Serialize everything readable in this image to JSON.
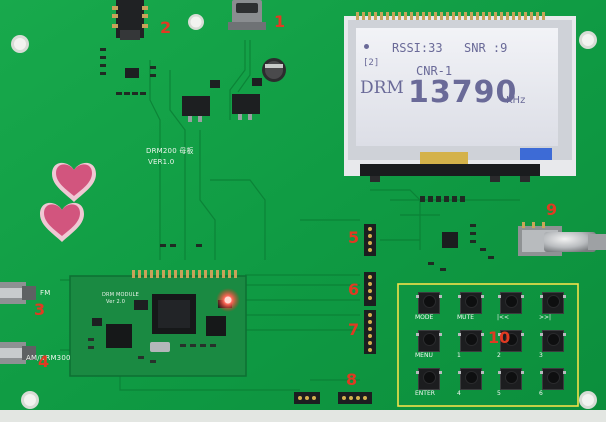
{
  "lcd": {
    "rssi": "RSSI:33",
    "snr": "SNR :9",
    "slot": "[2]",
    "mode": "DRM",
    "channel": "CNR-1",
    "frequency": "13790",
    "unit": "KHz"
  },
  "silkscreen": {
    "board_name": "DRM200 母板",
    "board_version": "VER1.0",
    "module_name": "DRM MODULE",
    "module_version": "Ver 2.0",
    "fm_label": "FM",
    "am_label": "AM/DRM300"
  },
  "callouts": [
    "1",
    "2",
    "3",
    "4",
    "5",
    "6",
    "7",
    "8",
    "9",
    "10"
  ],
  "keypad": {
    "labels": [
      "MODE",
      "MUTE",
      "|<<",
      ">>|",
      "MENU",
      "1",
      "2",
      "3",
      "ENTER",
      "4",
      "5",
      "6"
    ]
  }
}
